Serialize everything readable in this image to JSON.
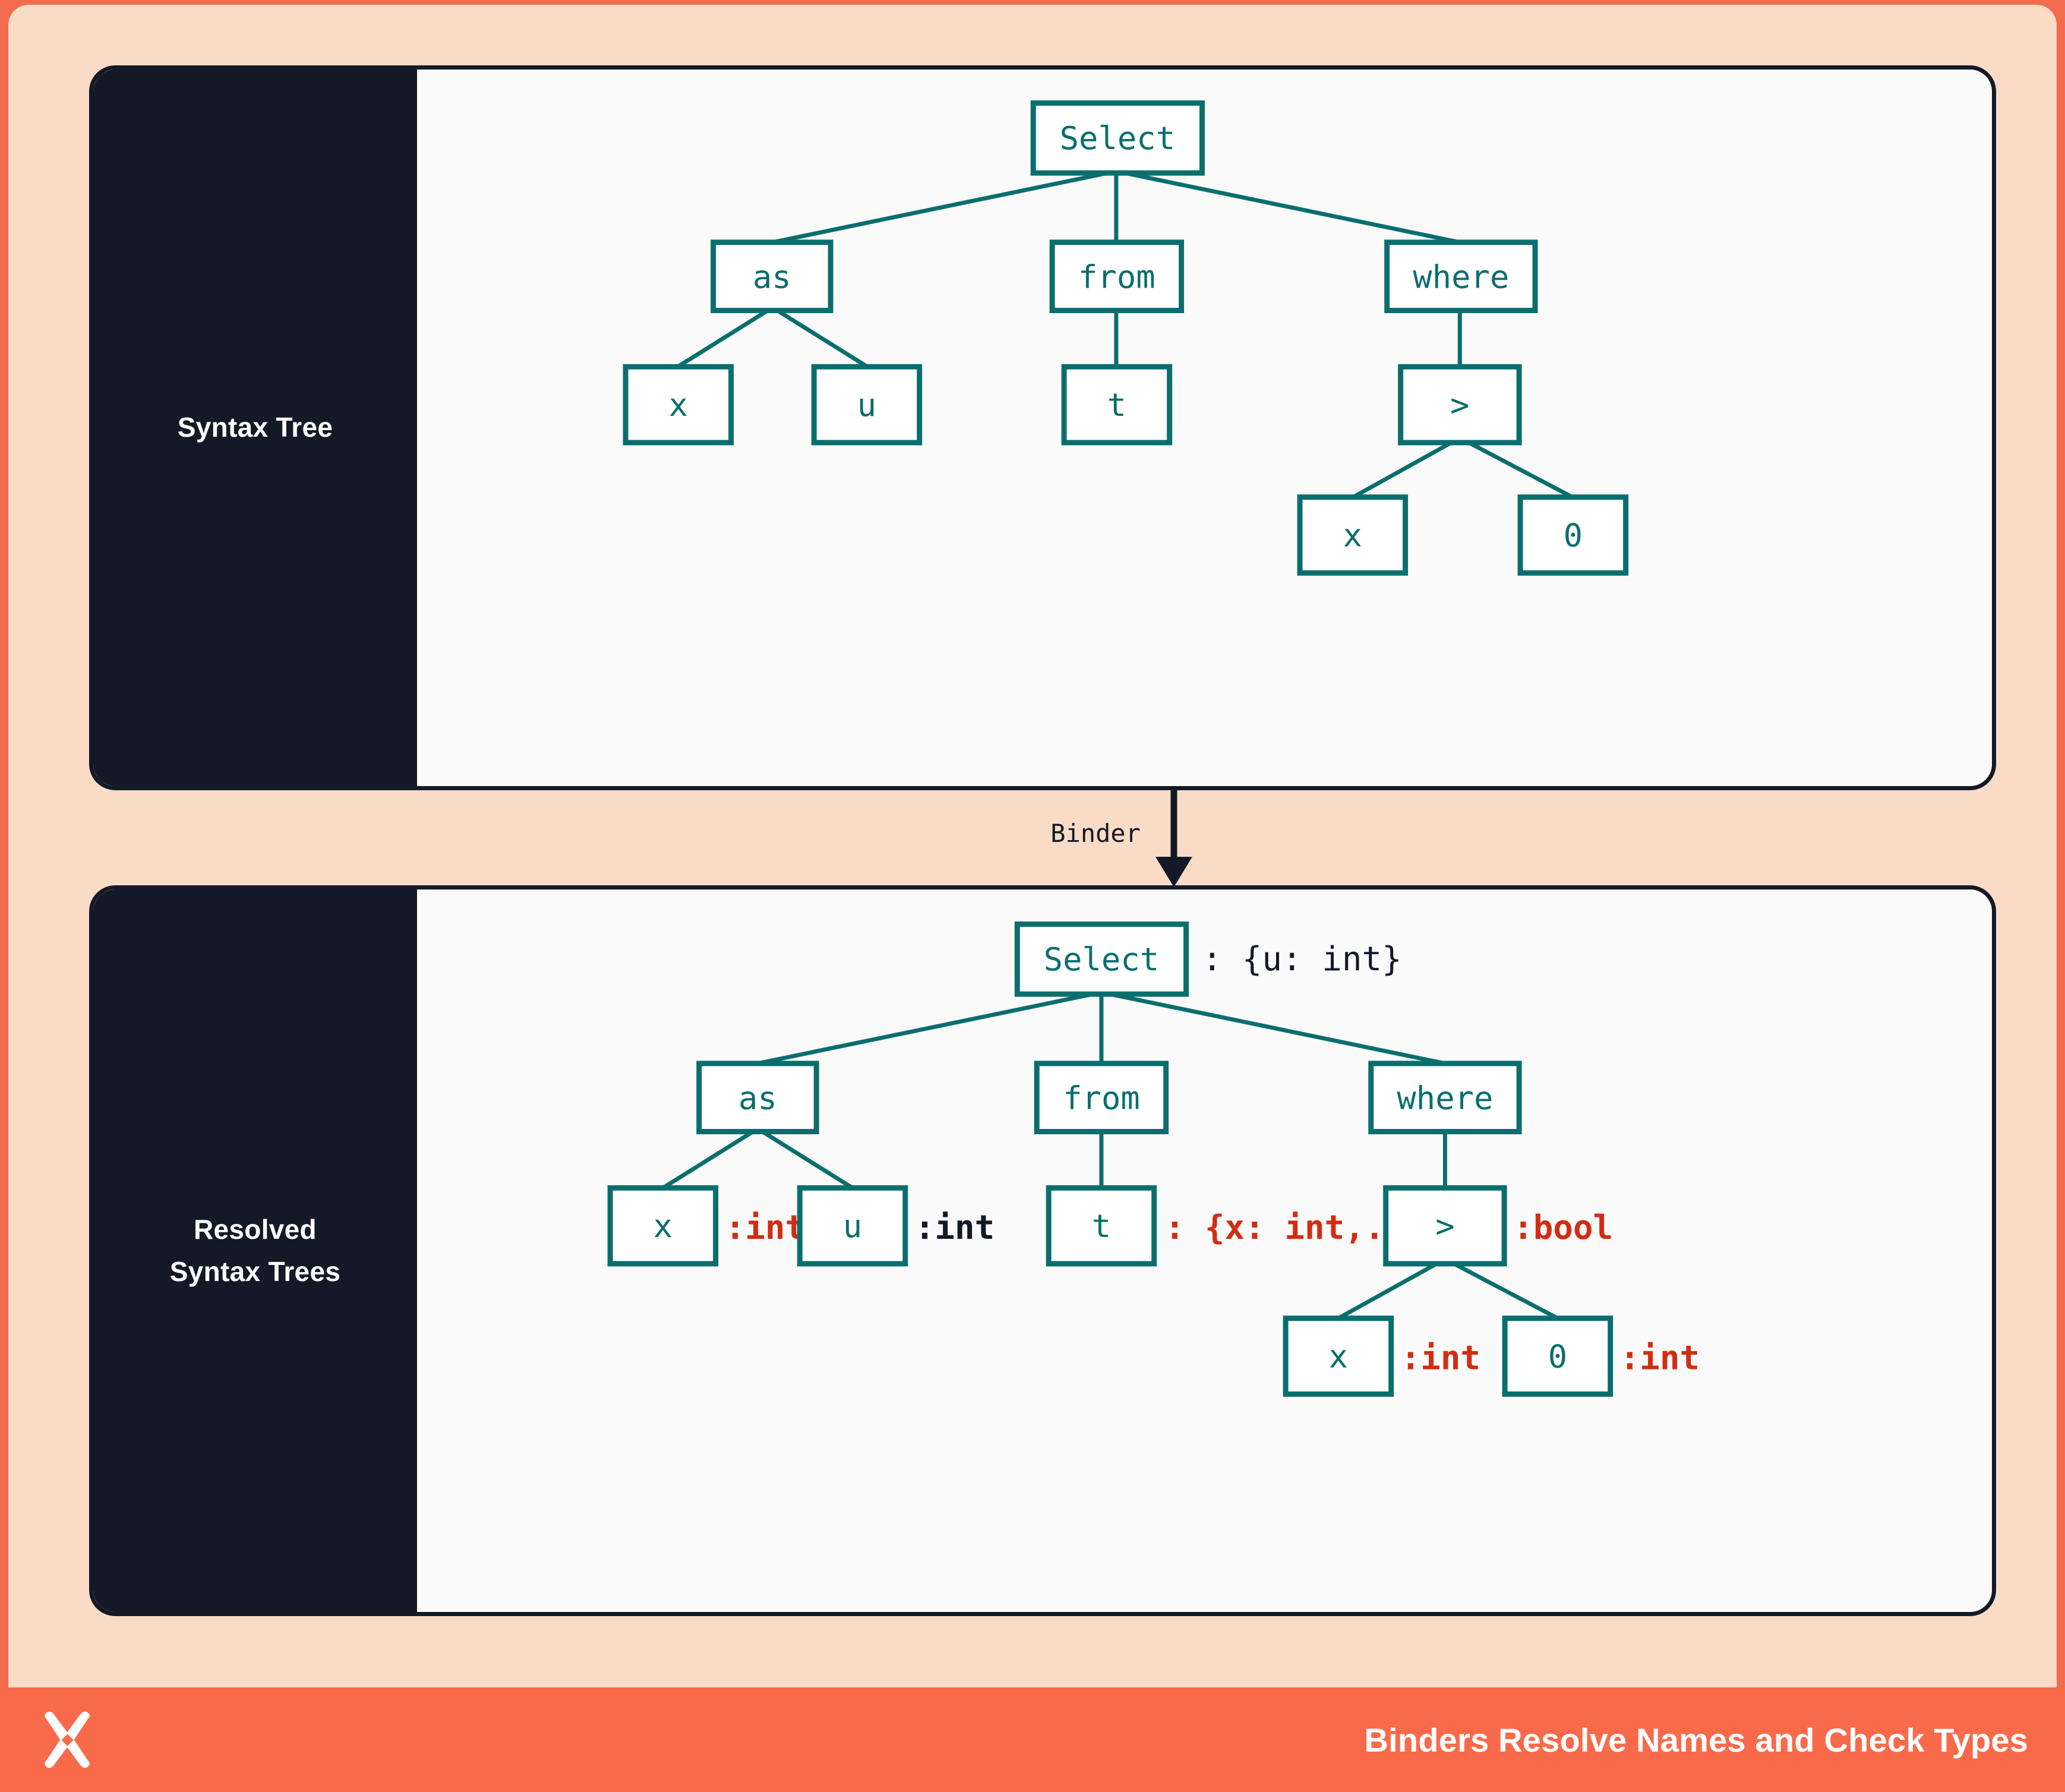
{
  "theme": {
    "background": "#F26B4E",
    "canvas": "#F9DBC6",
    "panel_bg": "#FAFAFA",
    "panel_border": "#141927",
    "sidebar_bg": "#141927",
    "node_stroke": "#0B6E6E",
    "node_text": "#0B6E6E",
    "annotation_dark": "#141927",
    "annotation_red": "#D22D11",
    "footer_bg": "#F96A4B",
    "footer_text": "#FFFFFF"
  },
  "panels": [
    {
      "id": "syntax-tree",
      "sidebar_label": "Syntax Tree"
    },
    {
      "id": "resolved-syntax-trees",
      "sidebar_label_line1": "Resolved",
      "sidebar_label_line2": "Syntax Trees"
    }
  ],
  "binder": {
    "label": "Binder"
  },
  "footer": {
    "title": "Binders Resolve Names and Check Types",
    "logo": "x-starburst-logo"
  },
  "chart_data": {
    "type": "diagram",
    "title": "Binders Resolve Names and Check Types",
    "trees": [
      {
        "name": "Syntax Tree",
        "annotated": false,
        "nodes": [
          {
            "id": "select",
            "label": "Select",
            "parent": null
          },
          {
            "id": "as",
            "label": "as",
            "parent": "select"
          },
          {
            "id": "from",
            "label": "from",
            "parent": "select"
          },
          {
            "id": "where",
            "label": "where",
            "parent": "select"
          },
          {
            "id": "as-x",
            "label": "x",
            "parent": "as"
          },
          {
            "id": "as-u",
            "label": "u",
            "parent": "as"
          },
          {
            "id": "from-t",
            "label": "t",
            "parent": "from"
          },
          {
            "id": "gt",
            "label": ">",
            "parent": "where"
          },
          {
            "id": "gt-x",
            "label": "x",
            "parent": "gt"
          },
          {
            "id": "gt-0",
            "label": "0",
            "parent": "gt"
          }
        ]
      },
      {
        "name": "Resolved Syntax Trees",
        "annotated": true,
        "nodes": [
          {
            "id": "select",
            "label": "Select",
            "parent": null,
            "annotation": ": {u: int}",
            "annotation_color": "dark"
          },
          {
            "id": "as",
            "label": "as",
            "parent": "select",
            "annotation": "",
            "annotation_color": "none"
          },
          {
            "id": "from",
            "label": "from",
            "parent": "select",
            "annotation": "",
            "annotation_color": "none"
          },
          {
            "id": "where",
            "label": "where",
            "parent": "select",
            "annotation": "",
            "annotation_color": "none"
          },
          {
            "id": "as-x",
            "label": "x",
            "parent": "as",
            "annotation": ":int",
            "annotation_color": "red"
          },
          {
            "id": "as-u",
            "label": "u",
            "parent": "as",
            "annotation": ":int",
            "annotation_color": "dark"
          },
          {
            "id": "from-t",
            "label": "t",
            "parent": "from",
            "annotation": ": {x: int,...}",
            "annotation_color": "red"
          },
          {
            "id": "gt",
            "label": ">",
            "parent": "where",
            "annotation": ":bool",
            "annotation_color": "red"
          },
          {
            "id": "gt-x",
            "label": "x",
            "parent": "gt",
            "annotation": ":int",
            "annotation_color": "red"
          },
          {
            "id": "gt-0",
            "label": "0",
            "parent": "gt",
            "annotation": ":int",
            "annotation_color": "red"
          }
        ]
      }
    ],
    "flow": [
      {
        "from": "Syntax Tree",
        "to": "Resolved Syntax Trees",
        "label": "Binder"
      }
    ]
  }
}
